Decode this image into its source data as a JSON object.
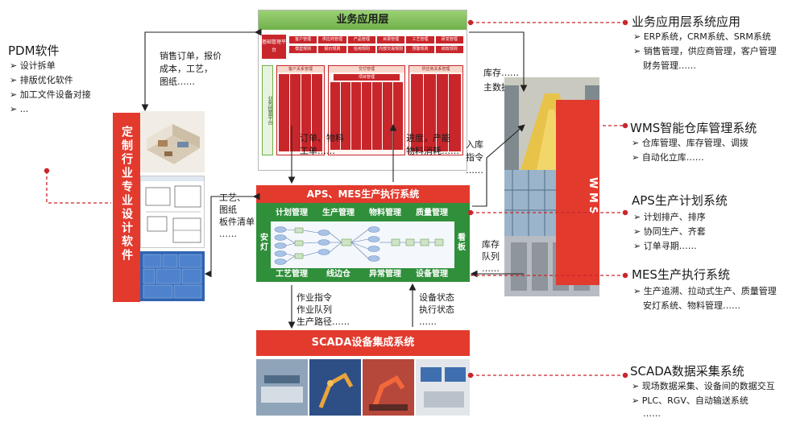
{
  "pdm": {
    "title": "PDM软件",
    "items": [
      "设计拆单",
      "排版优化软件",
      "加工文件设备对接",
      "..."
    ]
  },
  "design_software": {
    "label": "定制行业专业设计软件"
  },
  "business_layer": {
    "title": "业务应用层",
    "platform": "基础管理平台",
    "top_row1": [
      "客户管理",
      "供应商管理",
      "产品管理",
      "目录管理",
      "工艺管理",
      "研发管理"
    ],
    "top_row2": [
      "模型规则",
      "报价规则",
      "信用规则",
      "内部交易规则",
      "预警规则",
      "绩效规则"
    ],
    "side_col": "业务经营平台",
    "groups": [
      {
        "title": "客户关系管理",
        "cols": 4
      },
      {
        "title": "交付管理",
        "sub": "项目管理",
        "cols": 7
      },
      {
        "title": "供应商关系管理",
        "cols": 4
      }
    ]
  },
  "business_right": {
    "title": "业务应用层系统应用",
    "items": [
      "ERP系统，CRM系统、SRM系统",
      "销售管理，供应商管理，客户管理",
      "财务管理……"
    ]
  },
  "flows": {
    "sales_order": [
      "销售订单，报价",
      "成本，工艺，",
      "图纸……"
    ],
    "stock": [
      "库存……",
      "主数据……"
    ],
    "order_material": [
      "订单、物料",
      "工单……"
    ],
    "progress": [
      "进度，产能",
      "物料消耗……"
    ],
    "inbound": [
      "入库",
      "指令",
      "……"
    ],
    "process": [
      "工艺、",
      "图纸",
      "板件清单",
      "……"
    ],
    "stock_queue": [
      "库存",
      "队列",
      "……"
    ],
    "work_order": [
      "作业指令",
      "作业队列",
      "生产路径……"
    ],
    "device_status": [
      "设备状态",
      "执行状态",
      "……"
    ]
  },
  "aps_mes": {
    "title": "APS、MES生产执行系统",
    "top_tabs": [
      "计划管理",
      "生产管理",
      "物料管理",
      "质量管理"
    ],
    "bottom_tabs": [
      "工艺管理",
      "线边仓",
      "异常管理",
      "设备管理"
    ],
    "left_side": [
      "安",
      "灯"
    ],
    "right_side": [
      "看",
      "板"
    ]
  },
  "wms_bar": {
    "label": "W M S"
  },
  "wms_right": {
    "title": "WMS智能仓库管理系统",
    "items": [
      "仓库管理、库存管理、调拨",
      "自动化立库……"
    ]
  },
  "aps_right": {
    "title": "APS生产计划系统",
    "items": [
      "计划排产、排序",
      "协同生产、齐套",
      "订单寻期……"
    ]
  },
  "mes_right": {
    "title": "MES生产执行系统",
    "items": [
      "生产追溯、拉动式生产、质量管理",
      "安灯系统、物料管理……"
    ]
  },
  "scada": {
    "title": "SCADA设备集成系统"
  },
  "scada_right": {
    "title": "SCADA数据采集系统",
    "items": [
      "现场数据采集、设备间的数据交互",
      "PLC、RGV、自动输送系统",
      "……"
    ]
  },
  "colors": {
    "red": "#e33a2e",
    "green": "#2f8f3a",
    "dashed": "#c8262b"
  }
}
